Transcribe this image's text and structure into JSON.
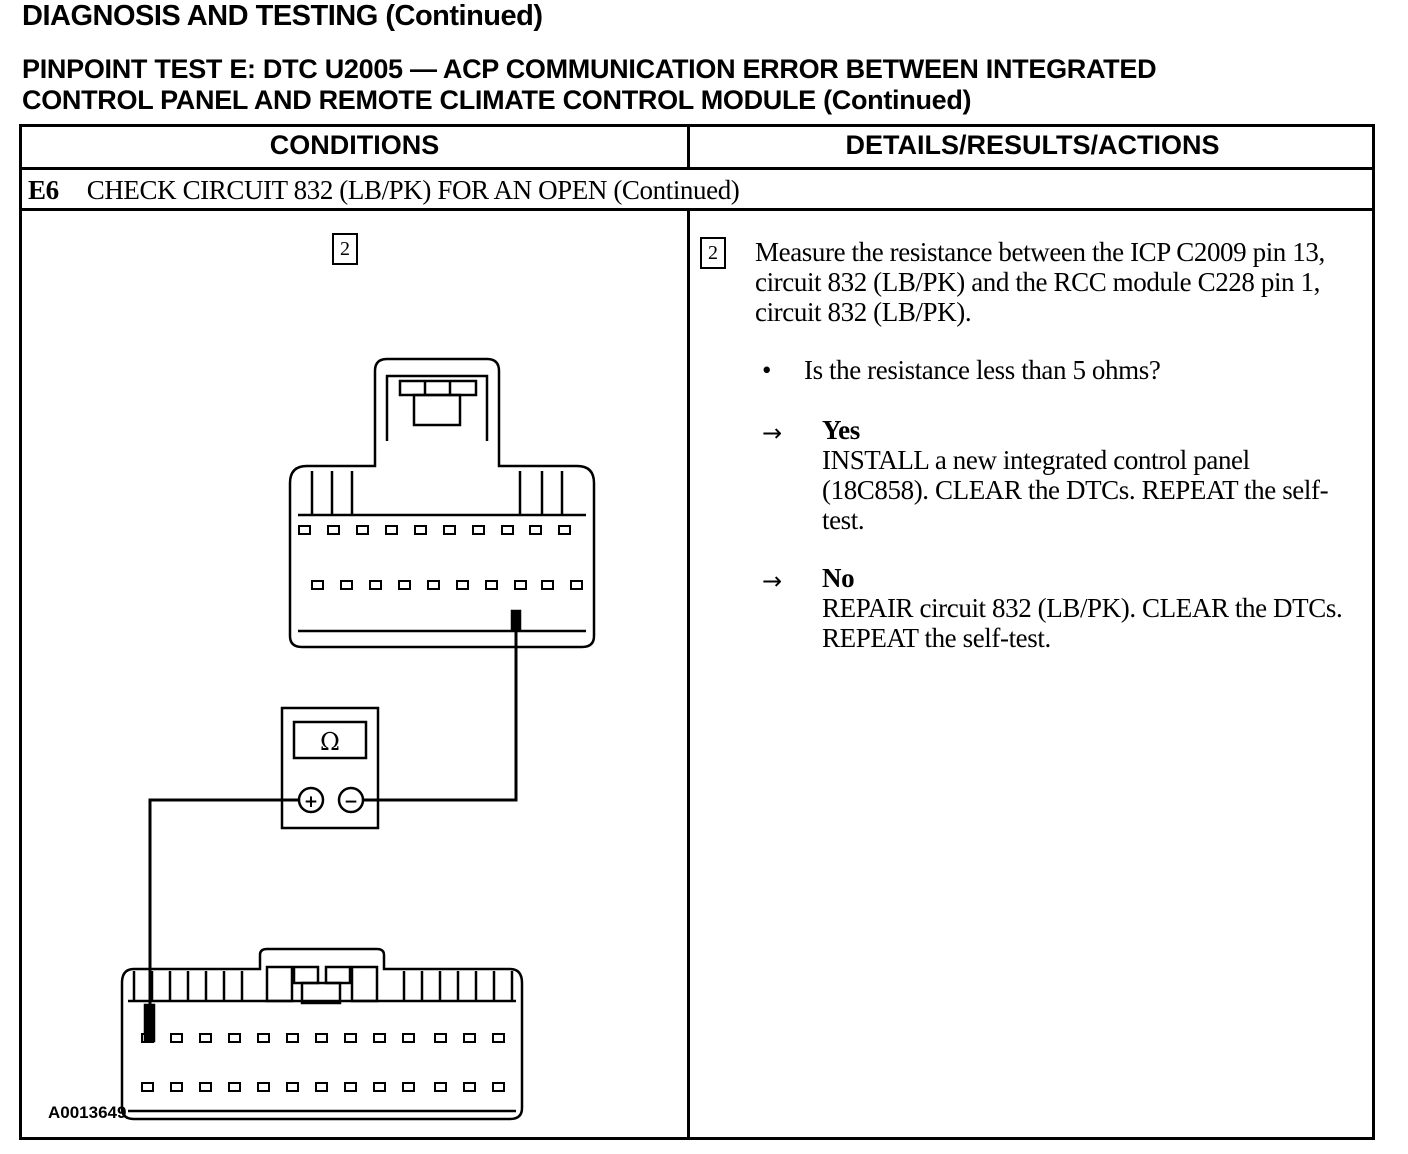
{
  "page": {
    "section_title": "DIAGNOSIS AND TESTING (Continued)",
    "test_title_line1": "PINPOINT TEST E: DTC U2005 — ACP COMMUNICATION ERROR BETWEEN INTEGRATED",
    "test_title_line2": "CONTROL PANEL AND REMOTE CLIMATE CONTROL MODULE (Continued)"
  },
  "table": {
    "col_conditions": "CONDITIONS",
    "col_details": "DETAILS/RESULTS/ACTIONS",
    "step_id": "E6",
    "step_title": "CHECK CIRCUIT 832 (LB/PK) FOR AN OPEN (Continued)"
  },
  "conditions": {
    "step_number": "2",
    "meter_symbol": "Ω",
    "meter_plus": "+",
    "meter_minus": "−",
    "figure_id": "A0013649"
  },
  "details": {
    "step_number": "2",
    "instruction": "Measure the resistance between the ICP C2009 pin 13, circuit 832 (LB/PK) and the RCC module C228 pin 1, circuit 832 (LB/PK).",
    "bullet": "•",
    "question": "Is the resistance less than 5 ohms?",
    "arrow": "→",
    "yes_label": "Yes",
    "yes_action": "INSTALL a new integrated control panel (18C858). CLEAR the DTCs. REPEAT the self-test.",
    "no_label": "No",
    "no_action": "REPAIR circuit 832 (LB/PK). CLEAR the DTCs. REPEAT the self-test."
  }
}
